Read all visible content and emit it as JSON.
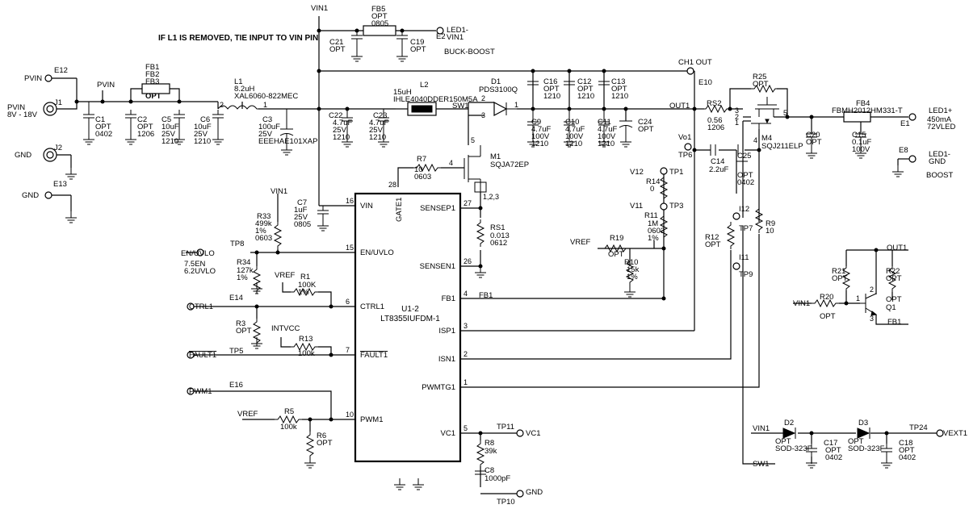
{
  "note": "IF L1 IS REMOVED, TIE INPUT TO VIN PIN",
  "ic": {
    "ref": "U1-2",
    "part": "LT8355IUFDM-1",
    "pins": [
      {
        "name": "VIN",
        "num": "16"
      },
      {
        "name": "EN/UVLO",
        "num": "15"
      },
      {
        "name": "CTRL1",
        "num": "6"
      },
      {
        "name": "FAULT1",
        "num": "7"
      },
      {
        "name": "PWM1",
        "num": "10"
      },
      {
        "name": "GATE1",
        "num": "28"
      },
      {
        "name": "SENSEP1",
        "num": "27"
      },
      {
        "name": "SENSEN1",
        "num": "26"
      },
      {
        "name": "FB1",
        "num": "4"
      },
      {
        "name": "ISP1",
        "num": "3"
      },
      {
        "name": "ISN1",
        "num": "2"
      },
      {
        "name": "PWMTG1",
        "num": "1"
      },
      {
        "name": "VC1",
        "num": "5"
      }
    ]
  },
  "nets": {
    "vin1_top": "VIN1",
    "vin1_r33": "VIN1",
    "vin1_q1": "VIN1",
    "vin1_d2": "VIN1",
    "pvin_tp": "PVIN",
    "pvin_in": "PVIN",
    "pvin_range": "PVIN\n8V - 18V",
    "gnd_j2": "GND",
    "gnd_e13": "GND",
    "gnd_tp10": "GND",
    "sw1": "SW1",
    "sw1_b": "SW1",
    "out1": "OUT1",
    "out1_b": "OUT1",
    "ch1out": "CH1 OUT",
    "fb1": "FB1",
    "fb1_b": "FB1",
    "vref_r1": "VREF",
    "vref_r19": "VREF",
    "vref_r5": "VREF",
    "intvcc": "INTVCC",
    "en_uvlo": "EN/UVLO",
    "en_levels": "7.5EN\n6.2UVLO",
    "ctrl1": "CTRL1",
    "fault1": "FAULT1",
    "pwm1": "PWM1",
    "vc1": "VC1",
    "vext1": "VEXT1",
    "led1p": "LED1+",
    "led1p_spec": "450mA\n72VLED",
    "led1m": "LED1-\nGND",
    "led1_vin1": "LED1-\nVIN1",
    "buck_boost": "BUCK-BOOST",
    "boost": "BOOST",
    "v12": "V12",
    "v11": "V11",
    "vo1": "Vo1",
    "i12": "I12",
    "i11": "I11"
  },
  "terminals": {
    "e12": "E12",
    "e14": "E14",
    "e16": "E16",
    "e13": "E13",
    "e2": "E2",
    "e10": "E10",
    "e1": "E1",
    "e8": "E8",
    "j1": "J1",
    "j2": "J2",
    "tp1": "TP1",
    "tp3": "TP3",
    "tp5": "TP5",
    "tp6": "TP6",
    "tp7": "TP7",
    "tp8": "TP8",
    "tp9": "TP9",
    "tp10": "TP10",
    "tp11": "TP11",
    "tp24": "TP24"
  },
  "components": {
    "fb123": {
      "ref": "FB1\nFB2\nFB3",
      "val": "OPT"
    },
    "fb5": {
      "ref": "FB5",
      "val": "OPT\n0805"
    },
    "fb4": {
      "ref": "FB4",
      "val": "FBMH2012HM331-T"
    },
    "c1": {
      "ref": "C1",
      "val": "OPT\n0402"
    },
    "c2": {
      "ref": "C2",
      "val": "OPT\n1206"
    },
    "c5": {
      "ref": "C5",
      "val": "10uF\n25V\n1210"
    },
    "c6": {
      "ref": "C6",
      "val": "10uF\n25V\n1210"
    },
    "l1": {
      "ref": "L1",
      "val": "8.2uH\nXAL6060-822MEC"
    },
    "c3": {
      "ref": "C3",
      "val": "100uF\n25V\nEEEHAE101XAP"
    },
    "c21": {
      "ref": "C21",
      "val": "OPT"
    },
    "c19": {
      "ref": "C19",
      "val": "OPT"
    },
    "l2": {
      "ref": "L2",
      "val": "15uH\nIHLE4040DDER150M5A"
    },
    "d1": {
      "ref": "D1",
      "val": "PDS3100Q"
    },
    "c22": {
      "ref": "C22",
      "val": "4.7uF\n25V\n1210"
    },
    "c23": {
      "ref": "C23",
      "val": "4.7uF\n25V\n1210"
    },
    "c16": {
      "ref": "C16",
      "val": "OPT\n1210"
    },
    "c12": {
      "ref": "C12",
      "val": "OPT\n1210"
    },
    "c13": {
      "ref": "C13",
      "val": "OPT\n1210"
    },
    "c9": {
      "ref": "C9",
      "val": "4.7uF\n100V\n1210"
    },
    "c10": {
      "ref": "C10",
      "val": "4.7uF\n100V\n1210"
    },
    "c11": {
      "ref": "C11",
      "val": "4.7uF\n100V\n1210"
    },
    "c24": {
      "ref": "C24",
      "val": "OPT"
    },
    "m1": {
      "ref": "M1",
      "val": "SQJA72EP"
    },
    "r7": {
      "ref": "R7",
      "val": "10\n0603"
    },
    "rs1": {
      "ref": "RS1",
      "val": "0.013\n0612"
    },
    "c7": {
      "ref": "C7",
      "val": "1uF\n25V\n0805"
    },
    "r33": {
      "ref": "R33",
      "val": "499k\n1%\n0603"
    },
    "r34": {
      "ref": "R34",
      "val": "127k\n1%"
    },
    "r1": {
      "ref": "R1",
      "val": "100K\n1%"
    },
    "r3": {
      "ref": "R3",
      "val": "OPT"
    },
    "r13": {
      "ref": "R13",
      "val": "100k"
    },
    "r5": {
      "ref": "R5",
      "val": "100k"
    },
    "r6": {
      "ref": "R6",
      "val": "OPT"
    },
    "r8": {
      "ref": "R8",
      "val": "39k"
    },
    "c8": {
      "ref": "C8",
      "val": "1000pF"
    },
    "rs2": {
      "ref": "RS2",
      "val": "0.56\n1206"
    },
    "r25": {
      "ref": "R25",
      "val": "OPT"
    },
    "m4": {
      "ref": "M4",
      "val": "SQJ211ELP"
    },
    "c20": {
      "ref": "C20",
      "val": "OPT"
    },
    "c15": {
      "ref": "C15",
      "val": "0.1uF\n100V"
    },
    "c14": {
      "ref": "C14",
      "val": "2.2uF"
    },
    "c25": {
      "ref": "C25",
      "val": "OPT\n0402"
    },
    "r14": {
      "ref": "R14",
      "val": "0"
    },
    "r11": {
      "ref": "R11",
      "val": "1M\n0603\n1%"
    },
    "r19": {
      "ref": "R19",
      "val": "OPT"
    },
    "r10": {
      "ref": "R10",
      "val": "15k\n1%"
    },
    "r12": {
      "ref": "R12",
      "val": "OPT"
    },
    "r9": {
      "ref": "R9",
      "val": "10"
    },
    "r21": {
      "ref": "R21",
      "val": "OPT"
    },
    "r22": {
      "ref": "R22",
      "val": "OPT"
    },
    "r20": {
      "ref": "R20",
      "val": "OPT"
    },
    "q1": {
      "ref": "Q1",
      "val": "OPT"
    },
    "d2": {
      "ref": "D2",
      "val": "OPT\nSOD-323F"
    },
    "d3": {
      "ref": "D3",
      "val": "OPT\nSOD-323F"
    },
    "c17": {
      "ref": "C17",
      "val": "OPT\n0402"
    },
    "c18": {
      "ref": "C18",
      "val": "OPT\n0402"
    }
  },
  "pin_nums": {
    "l1a": "2",
    "l1b": "1",
    "l2a": "2",
    "l2b": "3",
    "l2c": "1",
    "m1d": "5",
    "m1g": "4",
    "m1s": "1,2,3",
    "m4a": "3",
    "m4b": "2",
    "m4c": "1",
    "m4d": "5",
    "m4g": "4",
    "q1c": "2",
    "q1b": "1",
    "q1e": "3"
  }
}
